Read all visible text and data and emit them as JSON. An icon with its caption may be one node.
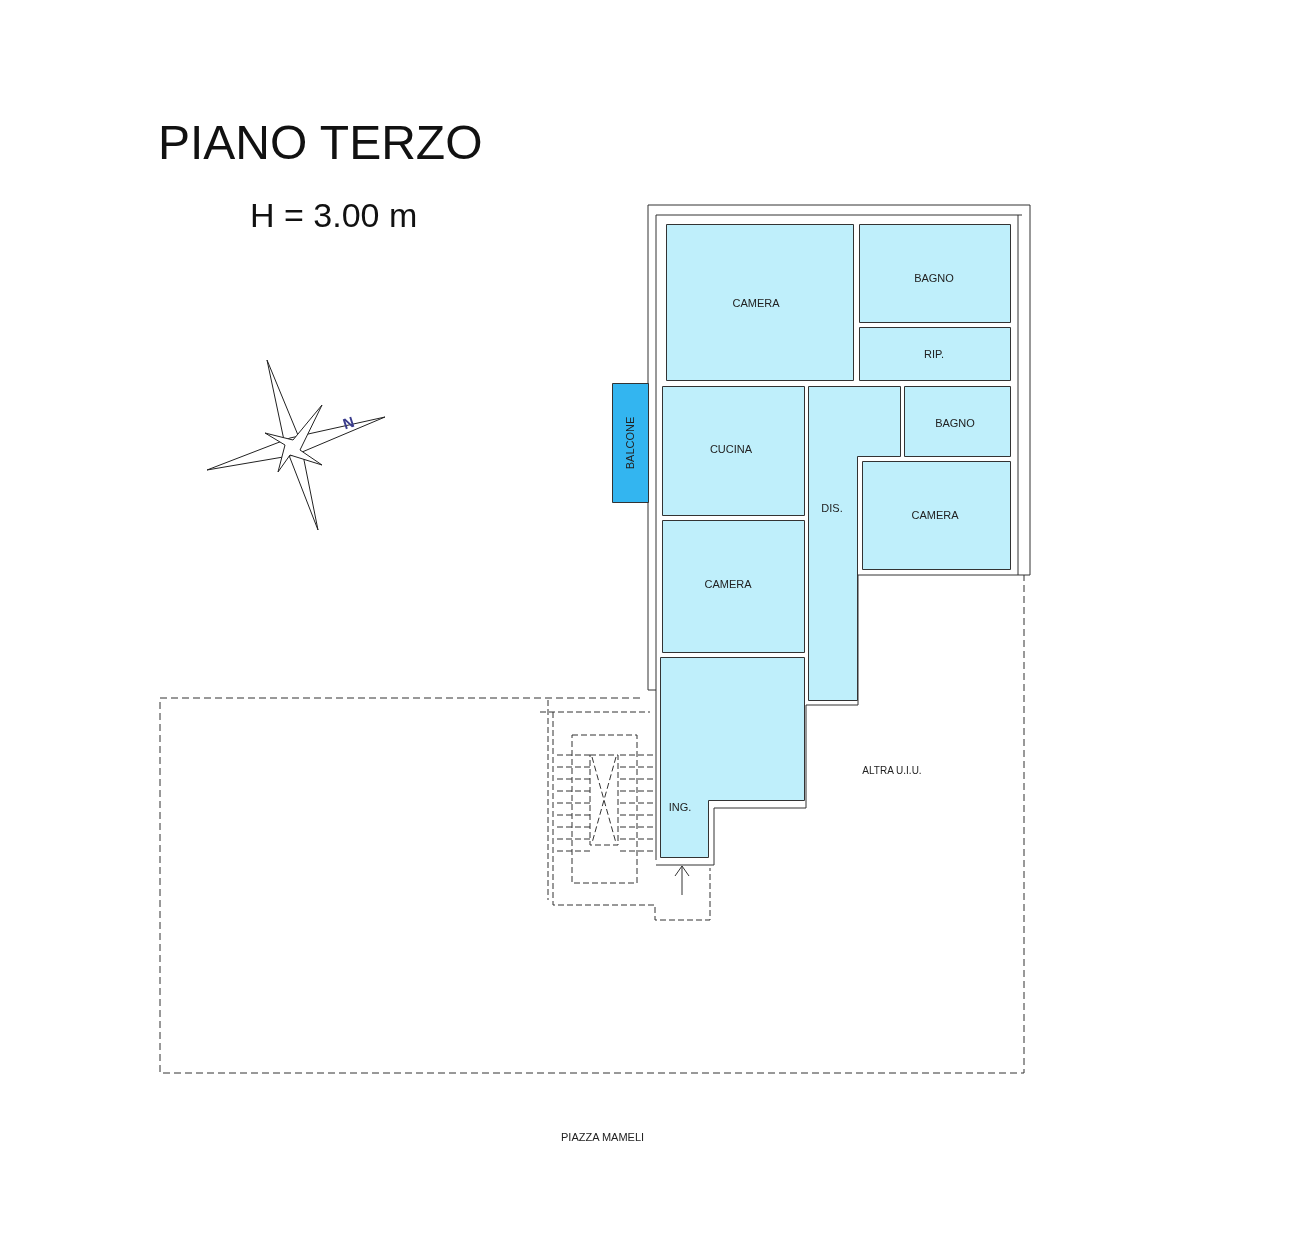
{
  "diagram": {
    "title": "PIANO TERZO",
    "nodes": [
      {
        "text": [
          "CAMERA"
        ]
      },
      {
        "text": [
          "BAGNO"
        ]
      },
      {
        "text": [
          "RIP."
        ]
      },
      {
        "text": [
          "BALCONE"
        ]
      },
      {
        "text": [
          "CUCINA"
        ]
      },
      {
        "text": [
          "BAGNO"
        ]
      },
      {
        "text": [
          "DIS."
        ]
      },
      {
        "text": [
          "CAMERA"
        ]
      },
      {
        "text": [
          "CAMERA"
        ]
      },
      {
        "text": [
          "ING."
        ]
      },
      {
        "text": [
          "ALTRA U.I.U."
        ]
      }
    ],
    "labels": [
      "H = 3.00 m",
      "N",
      "PIAZZA MAMELI"
    ]
  }
}
